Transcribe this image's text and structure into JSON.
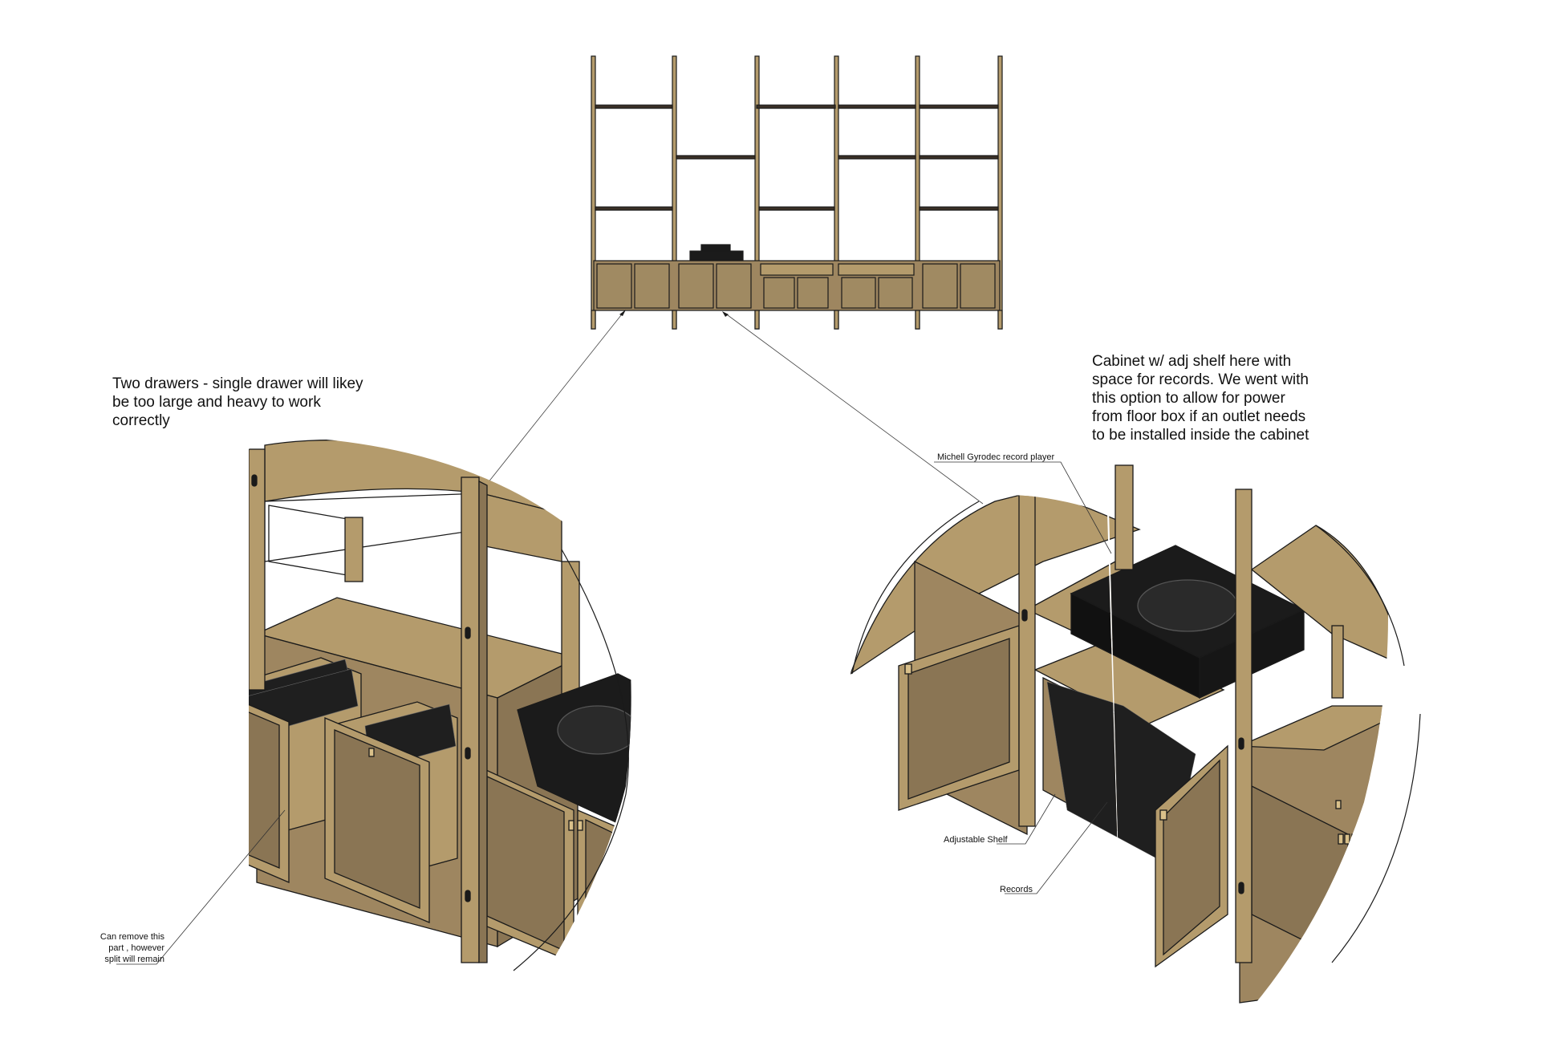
{
  "annotations": {
    "drawers_note": "Two drawers - single drawer will likey\nbe too large and heavy to work\ncorrectly",
    "cabinet_note": "Cabinet w/ adj shelf here with\nspace for records. We went with\nthis option to allow for power\nfrom floor box if an outlet needs\nto be installed inside the cabinet",
    "record_player_label": "Michell Gyrodec record player",
    "adjustable_shelf_label": "Adjustable Shelf",
    "records_label": "Records",
    "remove_part_note": "Can remove this\npart , however\nsplit will remain"
  },
  "colors": {
    "wood_light": "#b49b6c",
    "wood_mid": "#9e8660",
    "wood_dark": "#8a7554",
    "edge": "#1a1a1a",
    "black_unit": "#1b1b1b"
  }
}
